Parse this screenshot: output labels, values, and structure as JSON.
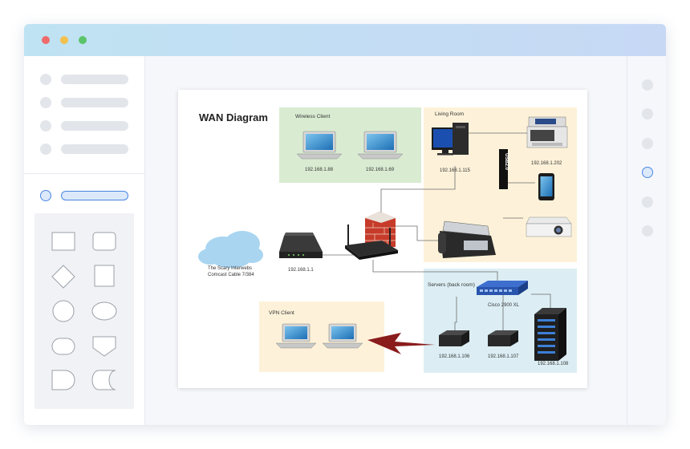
{
  "diagram": {
    "title": "WAN Diagram",
    "zones": {
      "wireless": "Wireless Client",
      "living": "Living Room",
      "vpn": "VPN Client",
      "servers": "Servers (back room)"
    },
    "internet": {
      "line1": "The Scary Interwebs",
      "line2": "Comcast Cable 7/384"
    },
    "ips": {
      "wl1": "192.168.1.88",
      "wl2": "192.168.1.69",
      "pc": "192.168.1.115",
      "printer": "192.168.1.202",
      "modem": "192.168.1.1",
      "srv1": "192.168.1.106",
      "srv2": "192.168.1.107",
      "srv3": "192.168.1.108"
    },
    "usb": "USB2.0",
    "switch": "Cisco 2900 XL"
  },
  "colors": {
    "accent": "#4a86e0",
    "wireless_zone": "#d9ecd2",
    "living_zone": "#fdf2d9",
    "vpn_zone": "#fdf2d9",
    "server_zone": "#dceef4"
  },
  "icons": [
    "cloud-icon",
    "modem-icon",
    "router-icon",
    "firewall-icon",
    "laptop-icon",
    "desktop-icon",
    "printer-icon",
    "fax-icon",
    "phone-icon",
    "projector-icon",
    "switch-icon",
    "server-icon",
    "tower-server-icon",
    "lightning-icon"
  ]
}
